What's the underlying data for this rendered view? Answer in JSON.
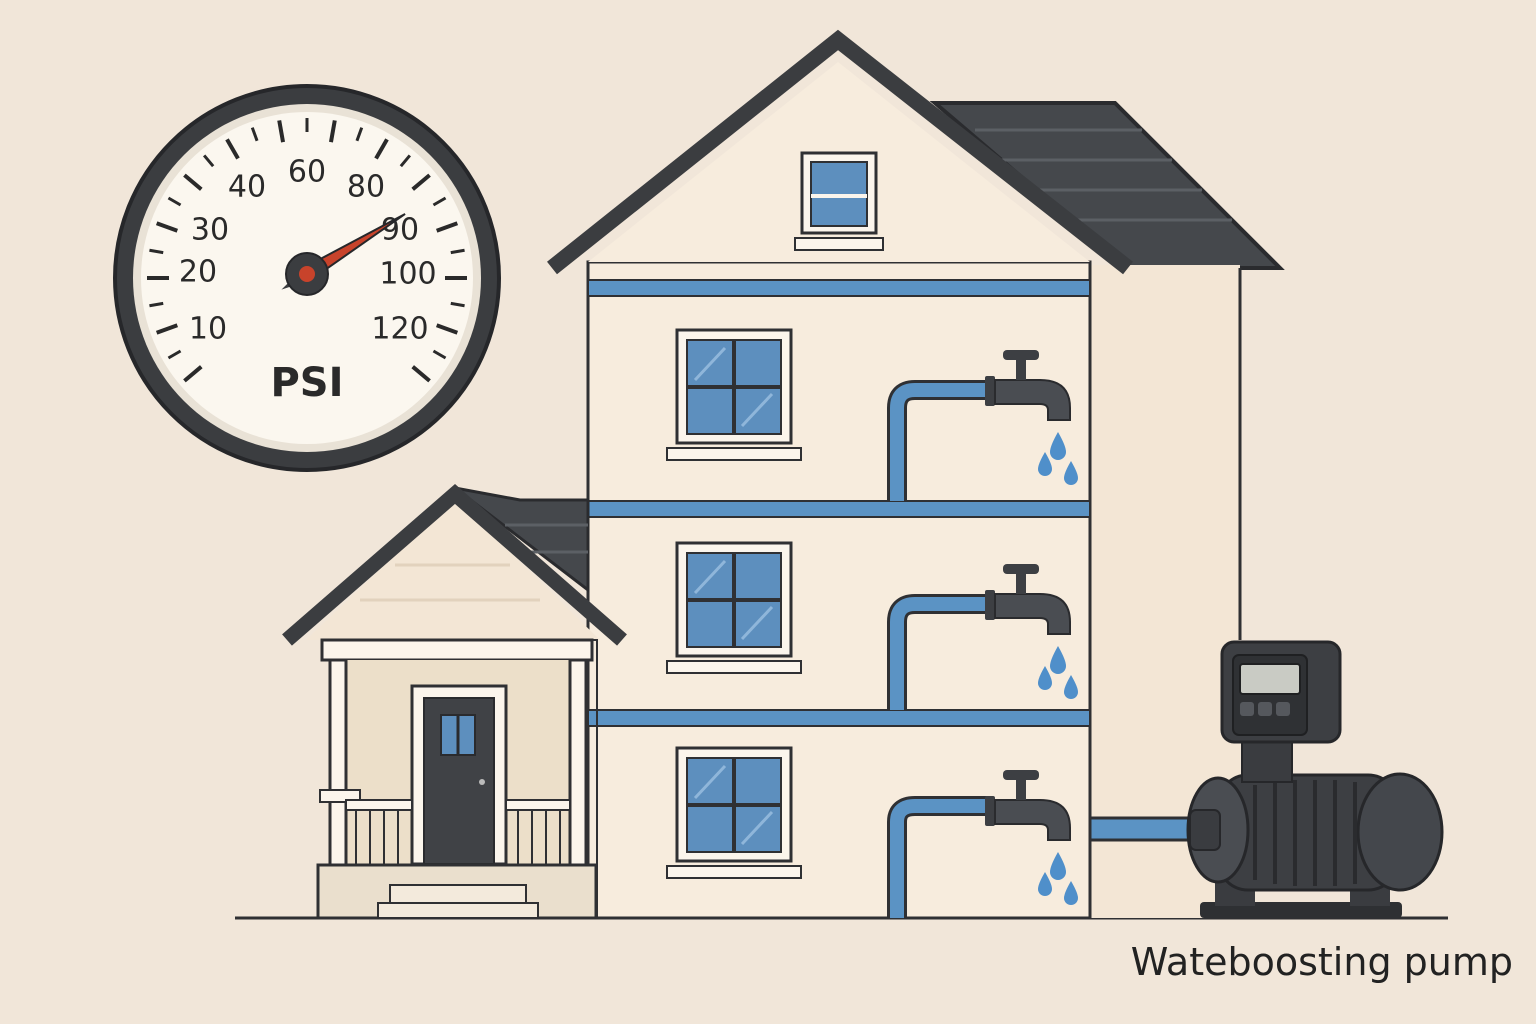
{
  "gauge": {
    "unit": "PSI",
    "labels": [
      "10",
      "20",
      "30",
      "40",
      "60",
      "80",
      "90",
      "100",
      "120"
    ],
    "needle_reading": 90,
    "colors": {
      "face": "#fbf7ef",
      "rim": "#3b3d40",
      "needle": "#c8432b"
    }
  },
  "caption": "Wateboosting pump",
  "icons": [
    "pressure-gauge-icon",
    "faucet-icon",
    "water-drop-icon",
    "booster-pump-icon",
    "control-box-icon"
  ],
  "colors": {
    "background": "#f1e6d9",
    "wall": "#f7ecdd",
    "roof": "#45484c",
    "pipe": "#5b93c4",
    "window_glass": "#5d8fbe",
    "water": "#4f8fca",
    "pump": "#3d3f43"
  }
}
